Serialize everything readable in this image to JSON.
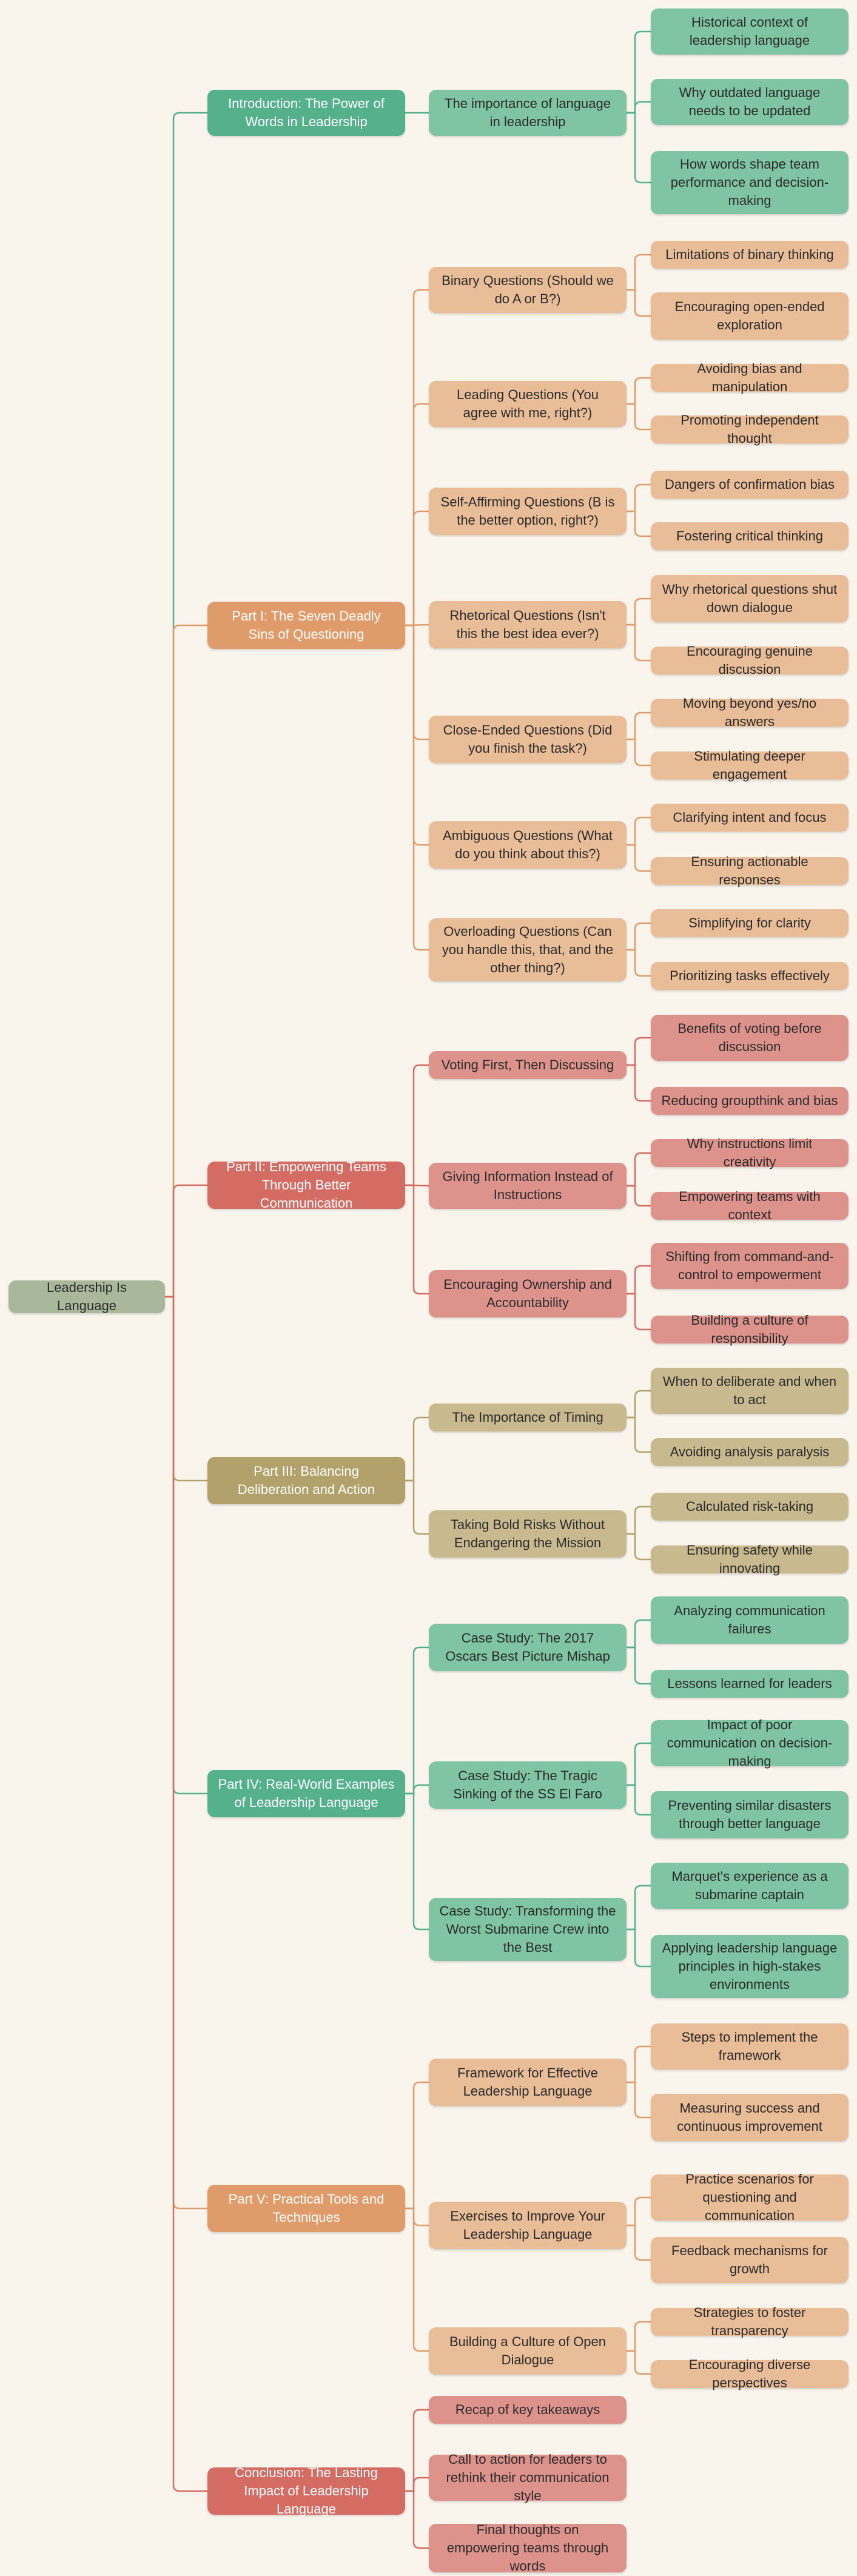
{
  "root": {
    "label": "Leadership Is Language",
    "color": "#a9b89a"
  },
  "branches": [
    {
      "label": "Introduction: The Power of Words in Leadership",
      "color": "#55b08c",
      "light": "#7fc4a3",
      "line": "#55b08c",
      "children": [
        {
          "label": "The importance of language in leadership",
          "children": [
            "Historical context of leadership language",
            "Why outdated language needs to be updated",
            "How words shape team performance and decision-making"
          ]
        }
      ]
    },
    {
      "label": "Part I: The Seven Deadly Sins of Questioning",
      "color": "#e09b6a",
      "light": "#e9bd98",
      "line": "#e09b6a",
      "children": [
        {
          "label": "Binary Questions (Should we do A or B?)",
          "children": [
            "Limitations of binary thinking",
            "Encouraging open-ended exploration"
          ]
        },
        {
          "label": "Leading Questions (You agree with me, right?)",
          "children": [
            "Avoiding bias and manipulation",
            "Promoting independent thought"
          ]
        },
        {
          "label": "Self-Affirming Questions (B is the better option, right?)",
          "children": [
            "Dangers of confirmation bias",
            "Fostering critical thinking"
          ]
        },
        {
          "label": "Rhetorical Questions (Isn't this the best idea ever?)",
          "children": [
            "Why rhetorical questions shut down dialogue",
            "Encouraging genuine discussion"
          ]
        },
        {
          "label": "Close-Ended Questions (Did you finish the task?)",
          "children": [
            "Moving beyond yes/no answers",
            "Stimulating deeper engagement"
          ]
        },
        {
          "label": "Ambiguous Questions (What do you think about this?)",
          "children": [
            "Clarifying intent and focus",
            "Ensuring actionable responses"
          ]
        },
        {
          "label": "Overloading Questions (Can you handle this, that, and the other thing?)",
          "children": [
            "Simplifying for clarity",
            "Prioritizing tasks effectively"
          ]
        }
      ]
    },
    {
      "label": "Part II: Empowering Teams Through Better Communication",
      "color": "#d56c64",
      "light": "#dd938b",
      "line": "#d56c64",
      "children": [
        {
          "label": "Voting First, Then Discussing",
          "children": [
            "Benefits of voting before discussion",
            "Reducing groupthink and bias"
          ]
        },
        {
          "label": "Giving Information Instead of Instructions",
          "children": [
            "Why instructions limit creativity",
            "Empowering teams with context"
          ]
        },
        {
          "label": "Encouraging Ownership and Accountability",
          "children": [
            "Shifting from command-and-control to empowerment",
            "Building a culture of responsibility"
          ]
        }
      ]
    },
    {
      "label": "Part III: Balancing Deliberation and Action",
      "color": "#b2a16b",
      "light": "#c8b98e",
      "line": "#b2a16b",
      "children": [
        {
          "label": "The Importance of Timing",
          "children": [
            "When to deliberate and when to act",
            "Avoiding analysis paralysis"
          ]
        },
        {
          "label": "Taking Bold Risks Without Endangering the Mission",
          "children": [
            "Calculated risk-taking",
            "Ensuring safety while innovating"
          ]
        }
      ]
    },
    {
      "label": "Part IV: Real-World Examples of Leadership Language",
      "color": "#55b08c",
      "light": "#7fc4a3",
      "line": "#55b08c",
      "children": [
        {
          "label": "Case Study: The 2017 Oscars Best Picture Mishap",
          "children": [
            "Analyzing communication failures",
            "Lessons learned for leaders"
          ]
        },
        {
          "label": "Case Study: The Tragic Sinking of the SS El Faro",
          "children": [
            "Impact of poor communication on decision-making",
            "Preventing similar disasters through better language"
          ]
        },
        {
          "label": "Case Study: Transforming the Worst Submarine Crew into the Best",
          "children": [
            "Marquet's experience as a submarine captain",
            "Applying leadership language principles in high-stakes environments"
          ]
        }
      ]
    },
    {
      "label": "Part V: Practical Tools and Techniques",
      "color": "#e09b6a",
      "light": "#e9bd98",
      "line": "#e09b6a",
      "children": [
        {
          "label": "Framework for Effective Leadership Language",
          "children": [
            "Steps to implement the framework",
            "Measuring success and continuous improvement"
          ]
        },
        {
          "label": "Exercises to Improve Your Leadership Language",
          "children": [
            "Practice scenarios for questioning and communication",
            "Feedback mechanisms for growth"
          ]
        },
        {
          "label": "Building a Culture of Open Dialogue",
          "children": [
            "Strategies to foster transparency",
            "Encouraging diverse perspectives"
          ]
        }
      ]
    },
    {
      "label": "Conclusion: The Lasting Impact of Leadership Language",
      "color": "#d56c64",
      "light": "#dd938b",
      "line": "#d56c64",
      "children": [
        {
          "label": "Recap of key takeaways",
          "children": []
        },
        {
          "label": "Call to action for leaders to rethink their communication style",
          "children": []
        },
        {
          "label": "Final thoughts on empowering teams through words",
          "children": []
        }
      ]
    }
  ]
}
